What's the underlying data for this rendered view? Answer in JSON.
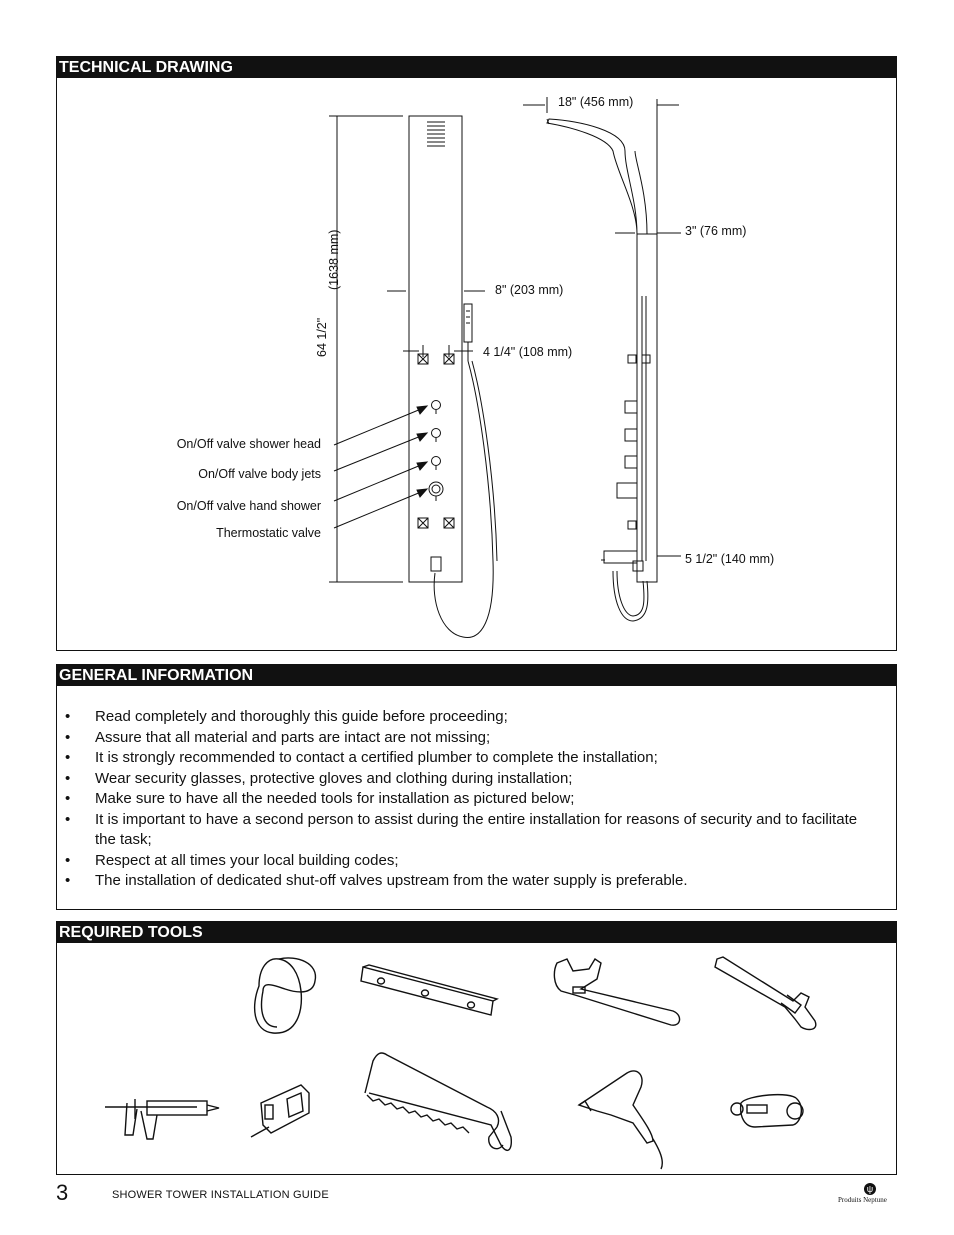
{
  "technical_drawing": {
    "heading": "TECHNICAL DRAWING",
    "dimensions": {
      "head_width": "18\" (456 mm)",
      "panel_depth": "3\" (76 mm)",
      "panel_width": "8\" (203 mm)",
      "jet_spacing": "4 1/4\" (108 mm)",
      "height_in": "64 1/2\"",
      "height_mm": "(1638 mm)",
      "base_depth": "5 1/2\" (140 mm)"
    },
    "callouts": [
      "On/Off valve shower head",
      "On/Off valve body jets",
      "On/Off valve hand shower",
      "Thermostatic valve"
    ]
  },
  "general_information": {
    "heading": "GENERAL INFORMATION",
    "items": [
      "Read completely and thoroughly this guide before proceeding;",
      "Assure that all material and parts are intact are not missing;",
      "It is strongly recommended to contact a certified plumber to complete the installation;",
      "Wear security glasses, protective gloves and clothing during installation;",
      "Make sure to have all the needed tools for installation as pictured below;",
      "It is important to have a second person to assist during the entire installation for reasons of security and to facilitate the task;",
      "Respect at all times your local building codes;",
      "The installation of dedicated shut-off valves upstream from the water supply is preferable."
    ]
  },
  "required_tools": {
    "heading": "REQUIRED TOOLS",
    "icons": [
      "tape-roll-icon",
      "level-icon",
      "adjustable-wrench-icon",
      "pipe-wrench-icon",
      "caulking-gun-icon",
      "tape-measure-icon",
      "hacksaw-icon",
      "drill-icon",
      "pipe-cutter-icon"
    ]
  },
  "footer": {
    "page_number": "3",
    "title": "SHOWER TOWER INSTALLATION GUIDE",
    "brand": "Produits Neptune"
  }
}
